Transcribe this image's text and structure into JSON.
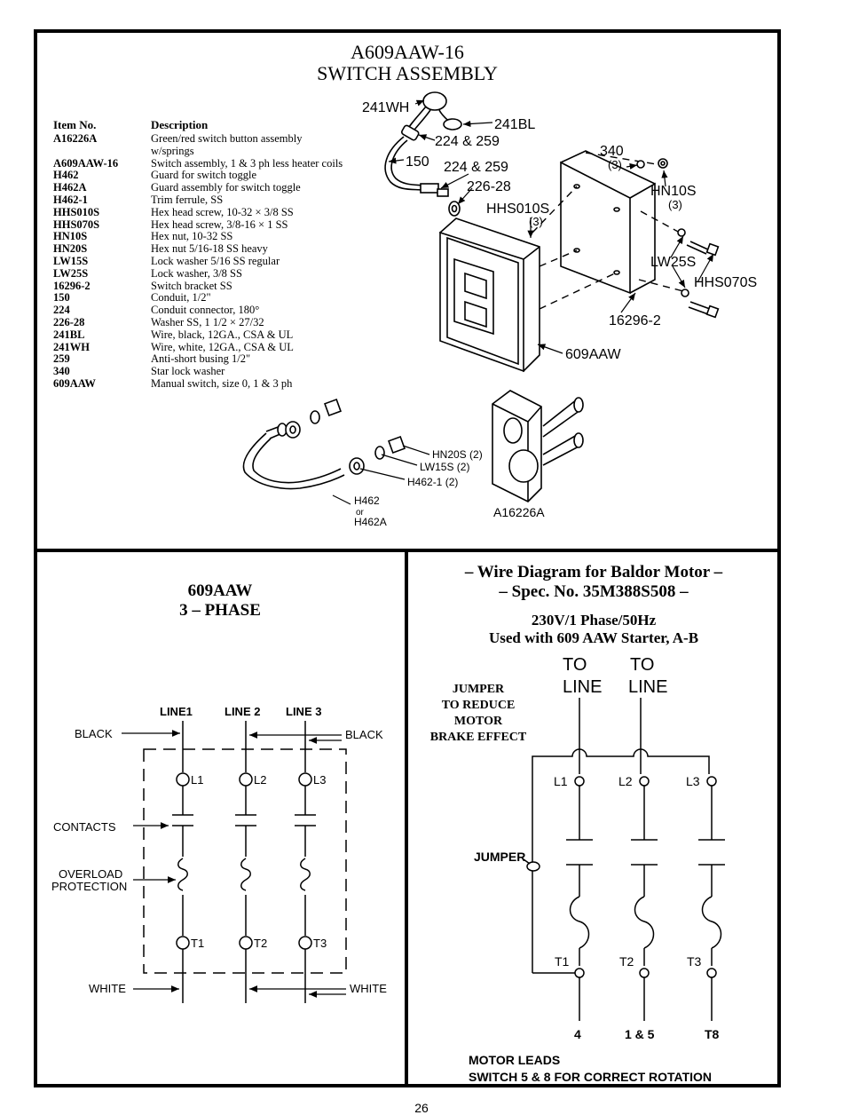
{
  "assembly": {
    "title_line1": "A609AAW-16",
    "title_line2": "SWITCH ASSEMBLY",
    "col_item": "Item No.",
    "col_desc": "Description",
    "parts": [
      {
        "no": "A16226A",
        "desc": "Green/red switch button assembly"
      },
      {
        "no": "",
        "desc": "w/springs"
      },
      {
        "no": "A609AAW-16",
        "desc": "Switch assembly, 1 & 3 ph less heater coils"
      },
      {
        "no": "H462",
        "desc": "Guard for switch toggle"
      },
      {
        "no": "H462A",
        "desc": "Guard assembly for switch toggle"
      },
      {
        "no": "H462-1",
        "desc": "Trim ferrule, SS"
      },
      {
        "no": "HHS010S",
        "desc": "Hex head screw, 10-32 × 3/8 SS"
      },
      {
        "no": "HHS070S",
        "desc": "Hex head screw, 3/8-16 × 1 SS"
      },
      {
        "no": "HN10S",
        "desc": "Hex nut, 10-32 SS"
      },
      {
        "no": "HN20S",
        "desc": "Hex nut 5/16-18 SS heavy"
      },
      {
        "no": "LW15S",
        "desc": "Lock washer 5/16 SS regular"
      },
      {
        "no": "LW25S",
        "desc": "Lock washer, 3/8 SS"
      },
      {
        "no": "16296-2",
        "desc": "Switch bracket SS"
      },
      {
        "no": "150",
        "desc": "Conduit, 1/2\""
      },
      {
        "no": "224",
        "desc": "Conduit connector, 180°"
      },
      {
        "no": "226-28",
        "desc": "Washer SS, 1 1/2 × 27/32"
      },
      {
        "no": "241BL",
        "desc": "Wire, black, 12GA., CSA & UL"
      },
      {
        "no": "241WH",
        "desc": "Wire, white, 12GA., CSA & UL"
      },
      {
        "no": "259",
        "desc": "Anti-short busing 1/2\""
      },
      {
        "no": "340",
        "desc": "Star lock washer"
      },
      {
        "no": "609AAW",
        "desc": "Manual switch, size 0, 1 & 3 ph"
      }
    ],
    "callouts": {
      "c241wh": "241WH",
      "c241bl": "241BL",
      "c224_259a": "224 & 259",
      "c150": "150",
      "c224_259b": "224 & 259",
      "c226_28": "226-28",
      "chhs010s": "HHS010S",
      "chhs010s_qty": "(3)",
      "c340": "340",
      "c340_qty": "(3)",
      "chn10s": "HN10S",
      "chn10s_qty": "(3)",
      "clw25s": "LW25S",
      "chhs070s": "HHS070S",
      "c16296": "16296-2",
      "c609aaw": "609AAW",
      "chn20s": "HN20S (2)",
      "clw15s": "LW15S (2)",
      "ch462_1": "H462-1 (2)",
      "ch462": "H462",
      "cor": "or",
      "ch462a": "H462A",
      "ca16226a": "A16226A"
    }
  },
  "three_phase": {
    "title_line1": "609AAW",
    "title_line2": "3 – PHASE",
    "line1": "LINE1",
    "line2": "LINE 2",
    "line3": "LINE 3",
    "black_left": "BLACK",
    "black_right": "BLACK",
    "l1": "L1",
    "l2": "L2",
    "l3": "L3",
    "contacts": "CONTACTS",
    "overload_1": "OVERLOAD",
    "overload_2": "PROTECTION",
    "t1": "T1",
    "t2": "T2",
    "t3": "T3",
    "white_left": "WHITE",
    "white_right": "WHITE"
  },
  "wire_diagram": {
    "title_line1": "– Wire Diagram for Baldor Motor –",
    "title_line2": "– Spec. No. 35M388S508 –",
    "sub_line1": "230V/1 Phase/50Hz",
    "sub_line2": "Used with 609 AAW Starter, A-B",
    "to_line_a_1": "TO",
    "to_line_a_2": "LINE",
    "to_line_b_1": "TO",
    "to_line_b_2": "LINE",
    "jumper_note_1": "JUMPER",
    "jumper_note_2": "TO REDUCE",
    "jumper_note_3": "MOTOR",
    "jumper_note_4": "BRAKE EFFECT",
    "l1": "L1",
    "l2": "L2",
    "l3": "L3",
    "jumper": "JUMPER",
    "t1": "T1",
    "t2": "T2",
    "t3": "T3",
    "lead_a": "4",
    "lead_b": "1 & 5",
    "lead_c": "T8",
    "motor_leads_1": "MOTOR LEADS",
    "motor_leads_2": "SWITCH 5 & 8 FOR CORRECT ROTATION"
  },
  "page_number": "26"
}
